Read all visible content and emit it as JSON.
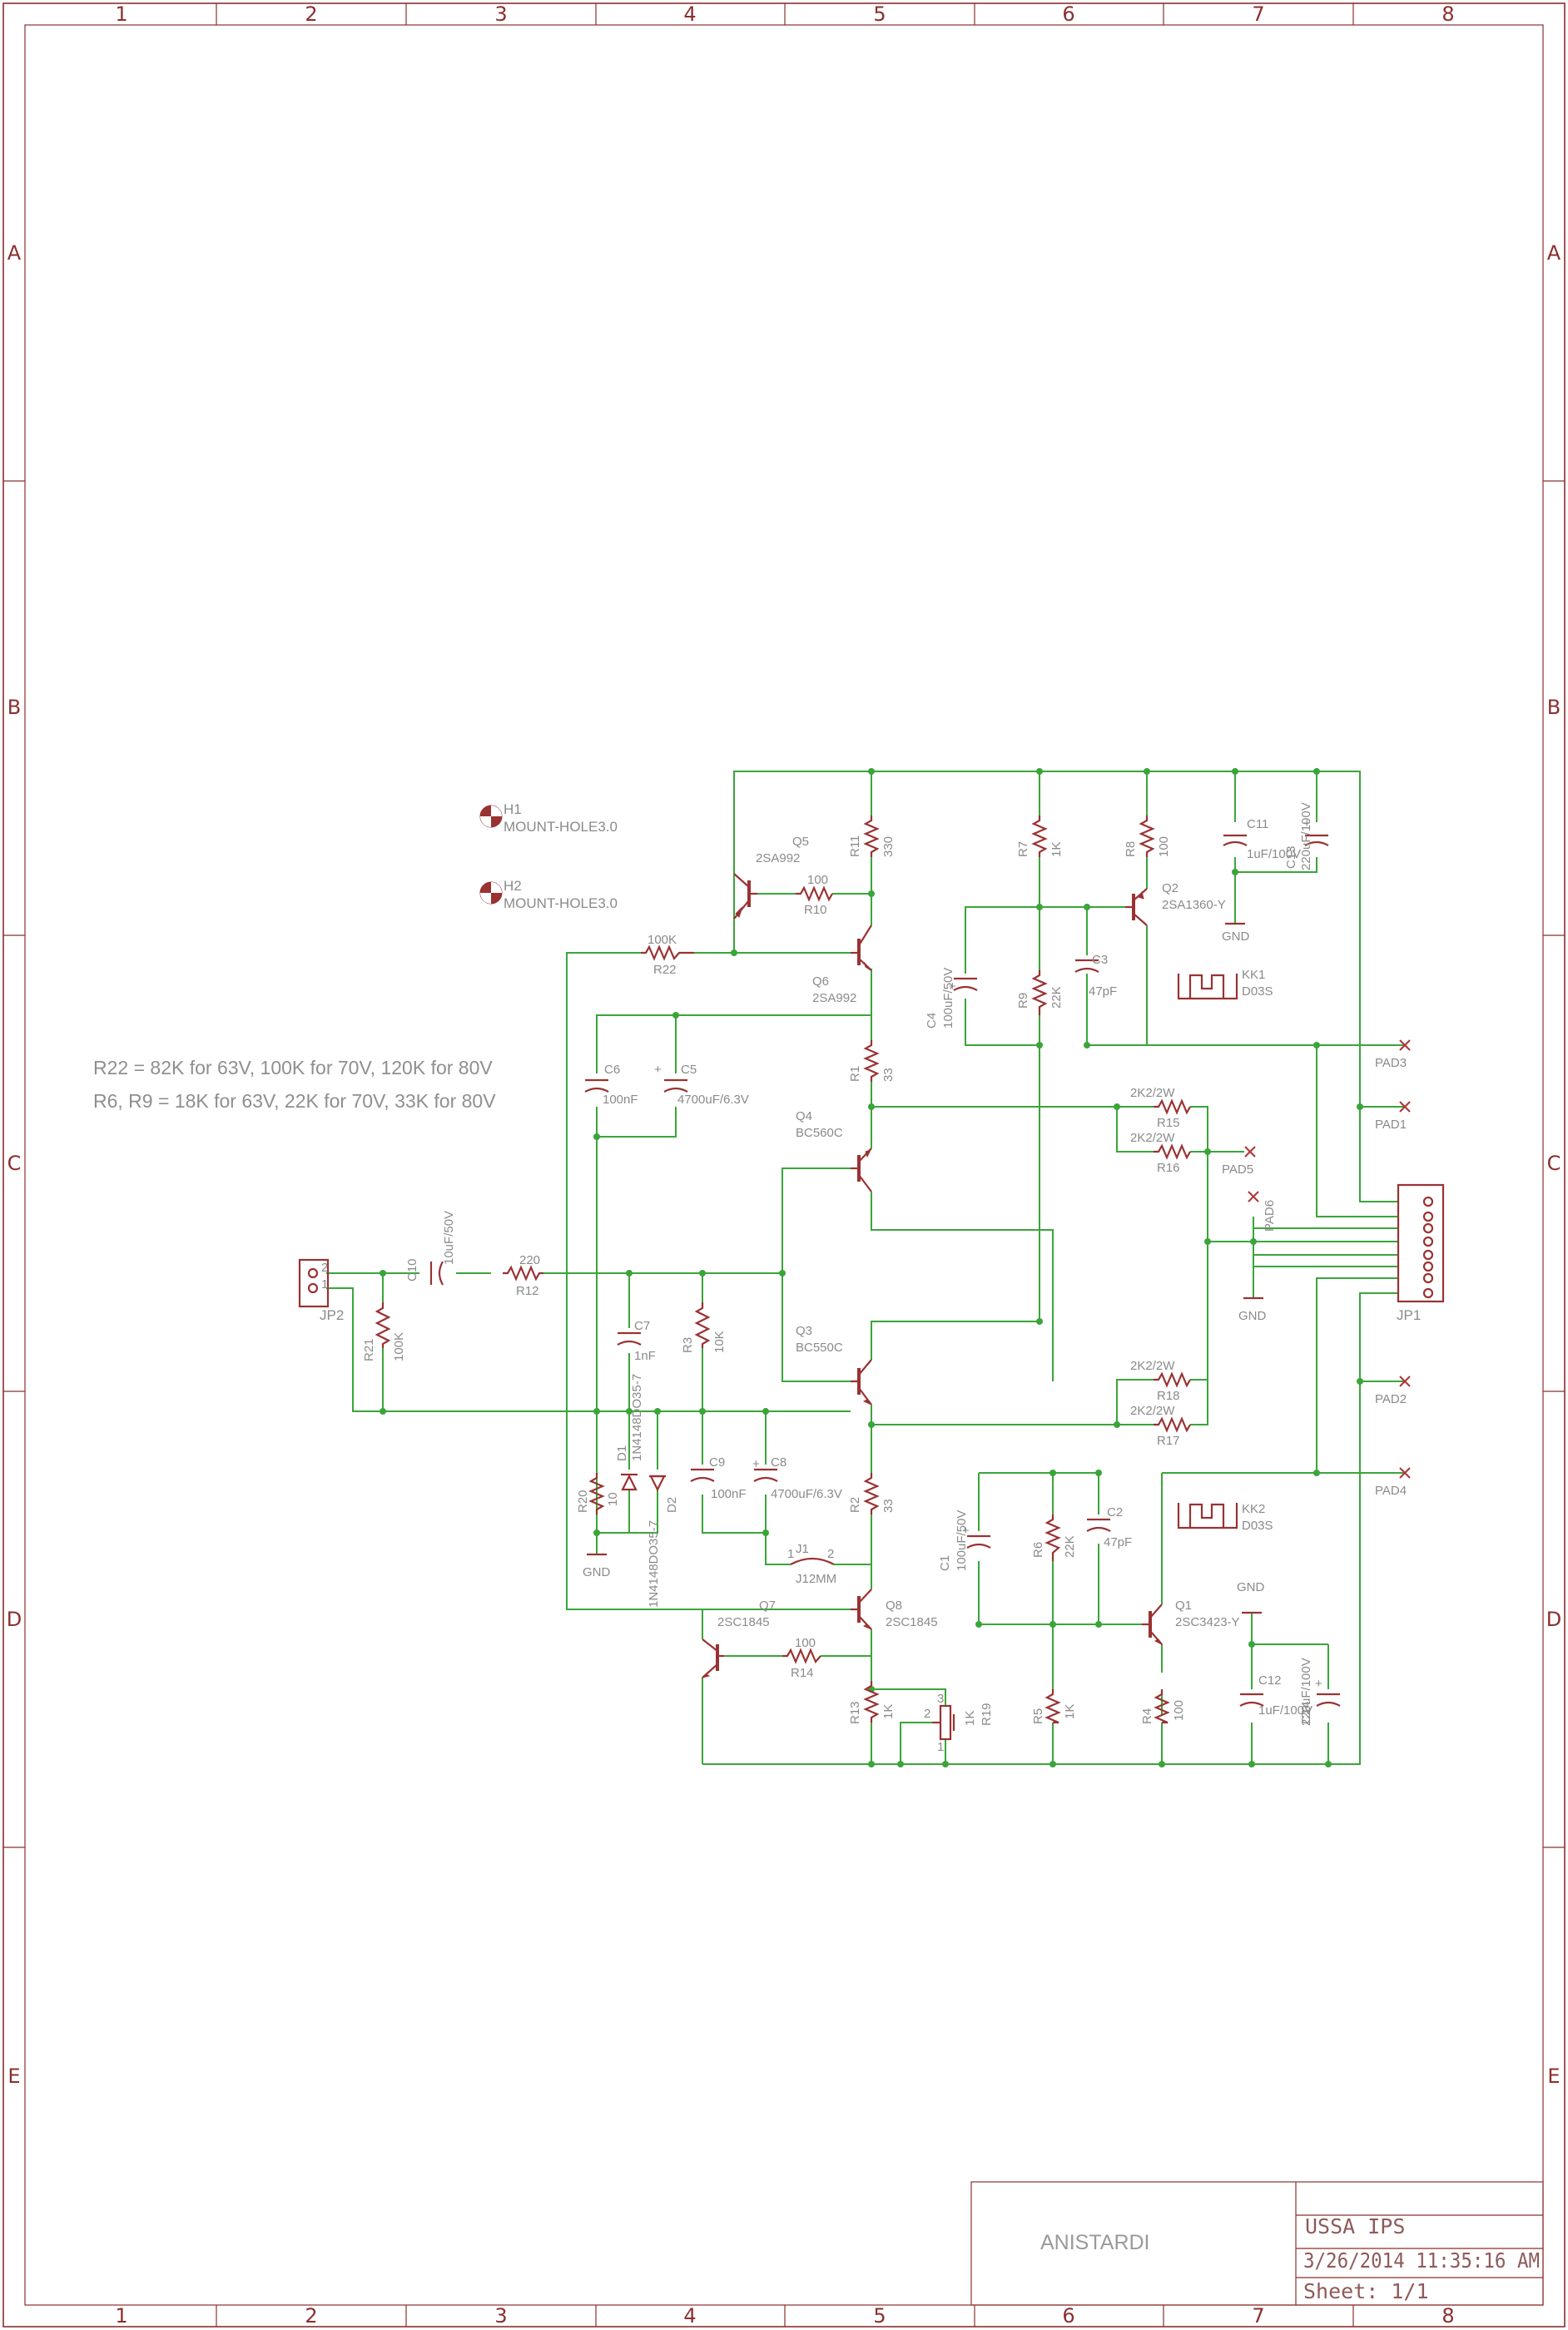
{
  "frame": {
    "columns": [
      "1",
      "2",
      "3",
      "4",
      "5",
      "6",
      "7",
      "8"
    ],
    "rows": [
      "A",
      "B",
      "C",
      "D",
      "E"
    ]
  },
  "notes": [
    "R22 = 82K for 63V, 100K for 70V, 120K for 80V",
    "R6, R9 = 18K for 63V, 22K for 70V, 33K for 80V"
  ],
  "title_block": {
    "author": "ANISTARDI",
    "title": "USSA IPS",
    "datetime": "3/26/2014 11:35:16 AM",
    "sheet": "Sheet: 1/1"
  },
  "colors": {
    "frame": "#8b2f2f",
    "wire": "#3aa53a",
    "symbol": "#9a3232",
    "label": "#8a8a8a"
  },
  "components": {
    "H1": {
      "ref": "H1",
      "value": "MOUNT-HOLE3.0"
    },
    "H2": {
      "ref": "H2",
      "value": "MOUNT-HOLE3.0"
    },
    "Q1": {
      "ref": "Q1",
      "value": "2SC3423-Y"
    },
    "Q2": {
      "ref": "Q2",
      "value": "2SA1360-Y"
    },
    "Q3": {
      "ref": "Q3",
      "value": "BC550C"
    },
    "Q4": {
      "ref": "Q4",
      "value": "BC560C"
    },
    "Q5": {
      "ref": "Q5",
      "value": "2SA992"
    },
    "Q6": {
      "ref": "Q6",
      "value": "2SA992"
    },
    "Q7": {
      "ref": "Q7",
      "value": "2SC1845"
    },
    "Q8": {
      "ref": "Q8",
      "value": "2SC1845"
    },
    "R1": {
      "ref": "R1",
      "value": "33"
    },
    "R2": {
      "ref": "R2",
      "value": "33"
    },
    "R3": {
      "ref": "R3",
      "value": "10K"
    },
    "R4": {
      "ref": "R4",
      "value": "100"
    },
    "R5": {
      "ref": "R5",
      "value": "1K"
    },
    "R6": {
      "ref": "R6",
      "value": "22K"
    },
    "R7": {
      "ref": "R7",
      "value": "1K"
    },
    "R8": {
      "ref": "R8",
      "value": "100"
    },
    "R9": {
      "ref": "R9",
      "value": "22K"
    },
    "R10": {
      "ref": "R10",
      "value": "100"
    },
    "R11": {
      "ref": "R11",
      "value": "330"
    },
    "R12": {
      "ref": "R12",
      "value": "220"
    },
    "R13": {
      "ref": "R13",
      "value": "1K"
    },
    "R14": {
      "ref": "R14",
      "value": "100"
    },
    "R15": {
      "ref": "R15",
      "value": "2K2/2W"
    },
    "R16": {
      "ref": "R16",
      "value": "2K2/2W"
    },
    "R17": {
      "ref": "R17",
      "value": "2K2/2W"
    },
    "R18": {
      "ref": "R18",
      "value": "2K2/2W"
    },
    "R19": {
      "ref": "R19",
      "value": "1K"
    },
    "R20": {
      "ref": "R20",
      "value": "10"
    },
    "R21": {
      "ref": "R21",
      "value": "100K"
    },
    "R22": {
      "ref": "R22",
      "value": "100K"
    },
    "C1": {
      "ref": "C1",
      "value": "100uF/50V"
    },
    "C2": {
      "ref": "C2",
      "value": "47pF"
    },
    "C3": {
      "ref": "C3",
      "value": "47pF"
    },
    "C4": {
      "ref": "C4",
      "value": "100uF/50V"
    },
    "C5": {
      "ref": "C5",
      "value": "4700uF/6.3V"
    },
    "C6": {
      "ref": "C6",
      "value": "100nF"
    },
    "C7": {
      "ref": "C7",
      "value": "1nF"
    },
    "C8": {
      "ref": "C8",
      "value": "4700uF/6.3V"
    },
    "C9": {
      "ref": "C9",
      "value": "100nF"
    },
    "C10": {
      "ref": "C10",
      "value": "10uF/50V"
    },
    "C11": {
      "ref": "C11",
      "value": "1uF/100V"
    },
    "C12": {
      "ref": "C12",
      "value": "1uF/100V"
    },
    "C13": {
      "ref": "C13",
      "value": "220uF/100V"
    },
    "C14": {
      "ref": "C14",
      "value": "220uF/100V"
    },
    "D1": {
      "ref": "D1",
      "value": "1N4148DO35-7"
    },
    "D2": {
      "ref": "D2",
      "value": "1N4148DO35-7"
    },
    "J1": {
      "ref": "J1",
      "value": "J12MM"
    },
    "JP1": {
      "ref": "JP1"
    },
    "JP2": {
      "ref": "JP2"
    },
    "KK1": {
      "ref": "KK1",
      "value": "D03S"
    },
    "KK2": {
      "ref": "KK2",
      "value": "D03S"
    }
  },
  "pads": [
    "PAD1",
    "PAD2",
    "PAD3",
    "PAD4",
    "PAD5",
    "PAD6"
  ],
  "gnd": "GND"
}
